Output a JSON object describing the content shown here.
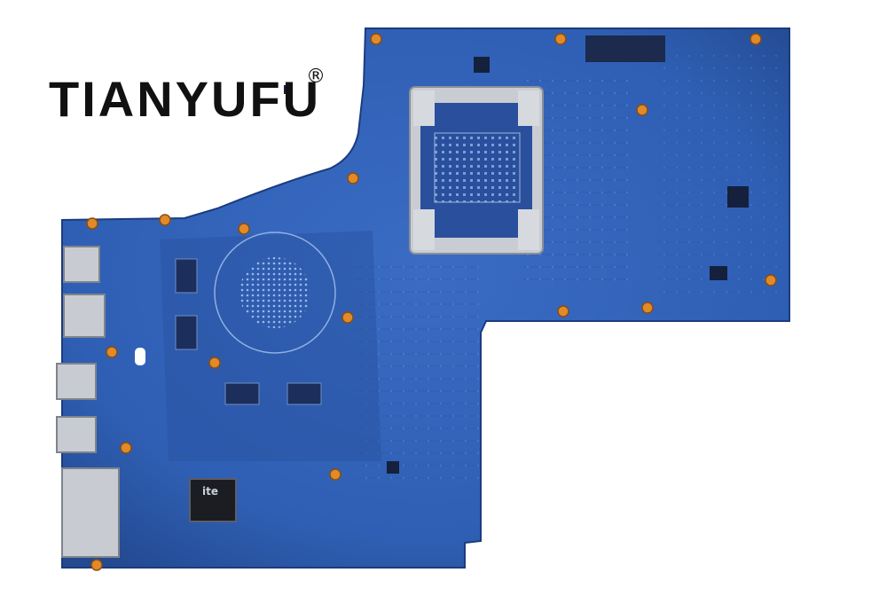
{
  "watermark": {
    "brand": "TIANYUFU",
    "registered_mark": "®",
    "color": "#111111"
  },
  "photo": {
    "subject": "laptop-motherboard-top-view",
    "pcb_color": "#2f5fb4",
    "pcb_dark_color": "#1d3f86",
    "background_color": "#ffffff",
    "chip_marking": "ite"
  }
}
